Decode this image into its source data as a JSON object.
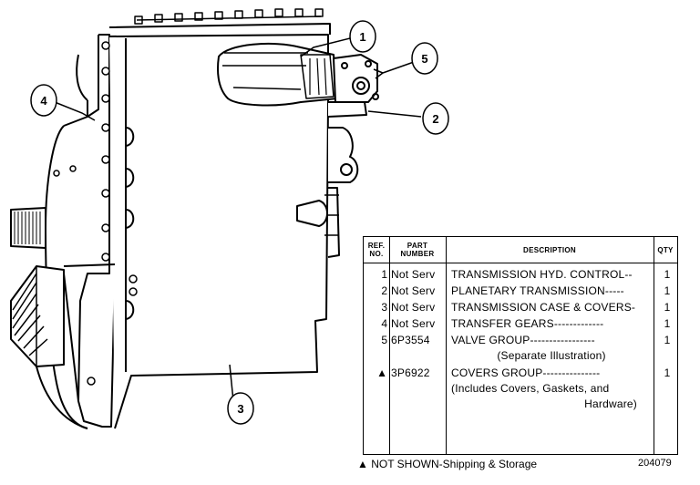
{
  "callouts": [
    "1",
    "2",
    "3",
    "4",
    "5"
  ],
  "table": {
    "headers": {
      "ref_no": [
        "REF.",
        "NO."
      ],
      "part_number": [
        "PART",
        "NUMBER"
      ],
      "description": "DESCRIPTION",
      "qty": "QTY"
    },
    "rows": [
      {
        "ref": "1",
        "part": "Not Serv",
        "desc": "TRANSMISSION HYD. CONTROL--",
        "qty": "1"
      },
      {
        "ref": "2",
        "part": "Not Serv",
        "desc": "PLANETARY TRANSMISSION-----",
        "qty": "1"
      },
      {
        "ref": "3",
        "part": "Not Serv",
        "desc": "TRANSMISSION CASE & COVERS-",
        "qty": "1"
      },
      {
        "ref": "4",
        "part": "Not Serv",
        "desc": "TRANSFER GEARS-------------",
        "qty": "1"
      },
      {
        "ref": "5",
        "part": "6P3554",
        "desc": "VALVE GROUP-----------------",
        "qty": "1"
      },
      {
        "ref": "",
        "part": "",
        "desc": "(Separate Illustration)",
        "qty": ""
      },
      {
        "ref": "▲",
        "part": "3P6922",
        "desc": "COVERS GROUP---------------",
        "qty": "1"
      },
      {
        "ref": "",
        "part": "",
        "desc": "(Includes Covers,  Gaskets,  and",
        "qty": ""
      },
      {
        "ref": "",
        "part": "",
        "desc": "Hardware)",
        "qty": ""
      }
    ]
  },
  "footnote": "▲ NOT SHOWN-Shipping & Storage",
  "figure_id": "204079"
}
